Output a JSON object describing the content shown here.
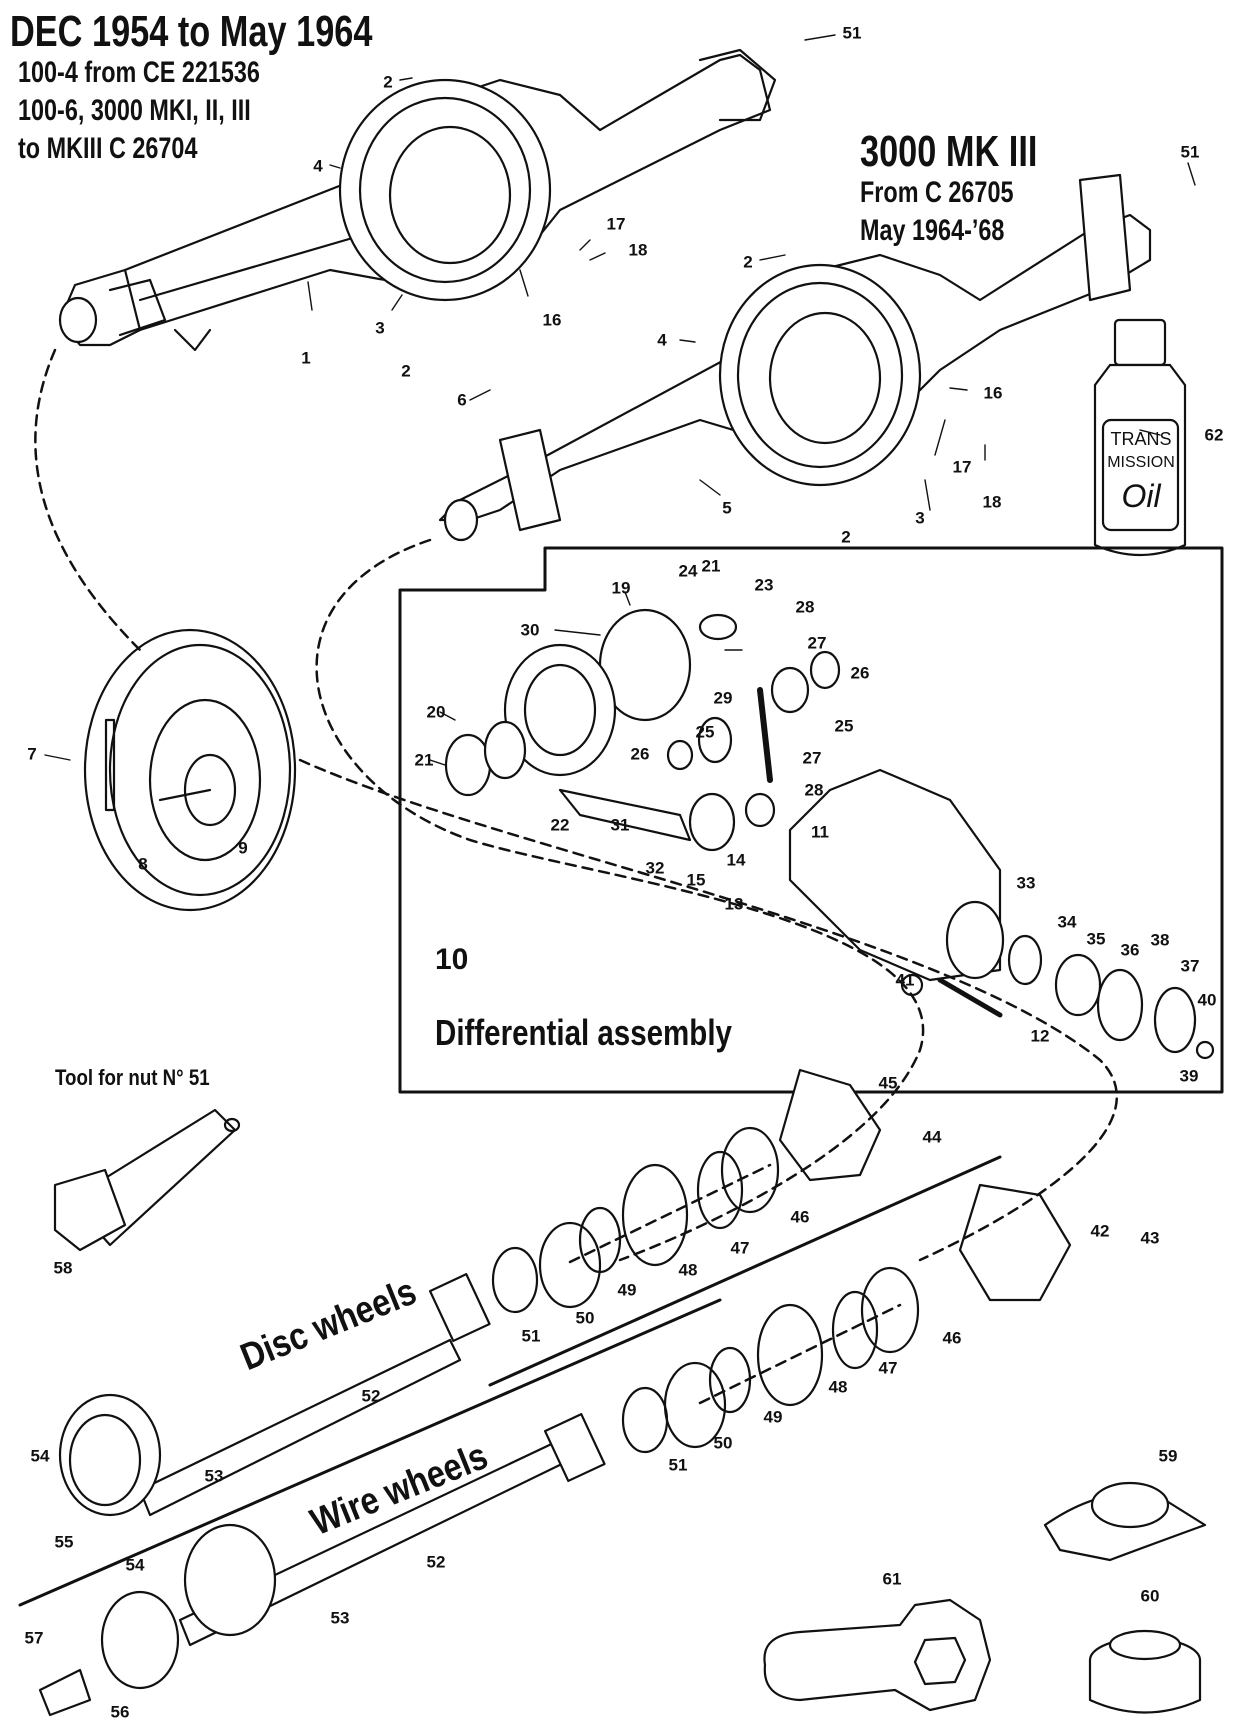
{
  "headings": {
    "left_title": "DEC 1954 to May 1964",
    "left_line1": "100-4 from CE 221536",
    "left_line2": "100-6, 3000 MKI, II, III",
    "left_line3": "to MKIII C 26704",
    "right_title": "3000 MK III",
    "right_line1": "From C 26705",
    "right_line2": "May 1964-’68"
  },
  "differential": {
    "number": "10",
    "name": "Differential assembly"
  },
  "tool_caption": "Tool for nut N° 51",
  "wheel_groups": {
    "disc": "Disc wheels",
    "wire": "Wire wheels"
  },
  "oil_bottle": {
    "line1": "TRANS",
    "line2": "MISSION",
    "line3": "Oil"
  },
  "callouts": [
    "51",
    "2",
    "4",
    "1",
    "3",
    "2",
    "16",
    "17",
    "18",
    "51",
    "2",
    "4",
    "16",
    "17",
    "18",
    "3",
    "2",
    "6",
    "5",
    "62",
    "7",
    "8",
    "9",
    "24",
    "21",
    "19",
    "23",
    "30",
    "28",
    "27",
    "26",
    "29",
    "25",
    "20",
    "21",
    "25",
    "26",
    "27",
    "22",
    "31",
    "28",
    "32",
    "15",
    "14",
    "13",
    "11",
    "33",
    "34",
    "35",
    "36",
    "38",
    "37",
    "40",
    "41",
    "12",
    "39",
    "58",
    "45",
    "44",
    "46",
    "47",
    "48",
    "49",
    "50",
    "51",
    "42",
    "43",
    "46",
    "47",
    "48",
    "49",
    "50",
    "51",
    "52",
    "54",
    "53",
    "55",
    "52",
    "54",
    "53",
    "57",
    "56",
    "59",
    "61",
    "60"
  ]
}
